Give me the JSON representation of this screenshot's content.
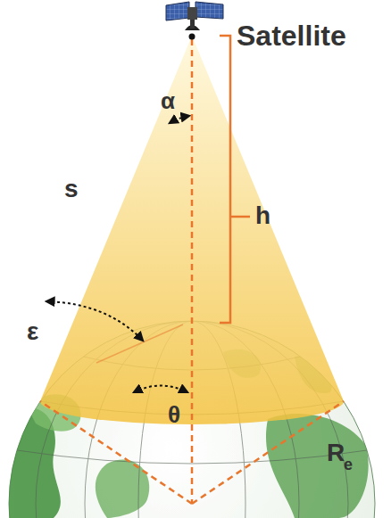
{
  "diagram": {
    "labels": [
      "Satellite",
      "α",
      "s",
      "h",
      "ε",
      "θ",
      "R",
      "e"
    ]
  }
}
